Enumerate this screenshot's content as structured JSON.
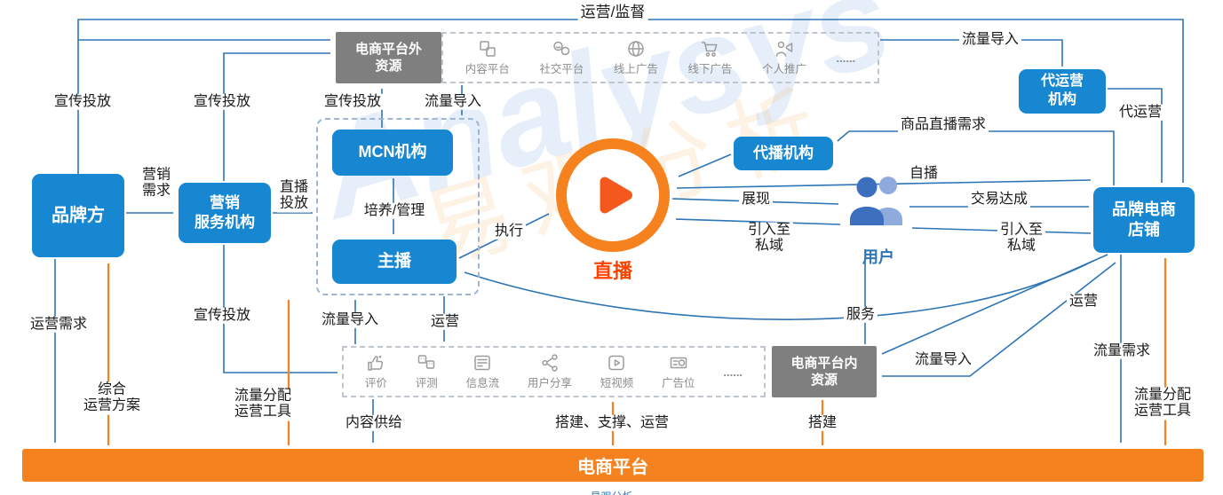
{
  "watermark": {
    "en": "Analysys",
    "cn": "易观分析"
  },
  "colors": {
    "node_blue": "#1787D2",
    "arrow_blue": "#2E75B6",
    "orange": "#F5821F",
    "live_red": "#FF4200",
    "gray": "#7F7F7F"
  },
  "nodes": {
    "brand": "品牌方",
    "marketing_agency": [
      "营销",
      "服务机构"
    ],
    "mcn": "MCN机构",
    "anchor": "主播",
    "live": "直播",
    "users": "用户",
    "proxy_broadcast": "代播机构",
    "proxy_operation": [
      "代运营",
      "机构"
    ],
    "brand_store": [
      "品牌电商",
      "店铺"
    ],
    "external_resources": [
      "电商平台外",
      "资源"
    ],
    "internal_resources": [
      "电商平台内",
      "资源"
    ],
    "platform": "电商平台"
  },
  "external_items": [
    {
      "icon": "content-platform-icon",
      "label": "内容平台"
    },
    {
      "icon": "social-platform-icon",
      "label": "社交平台"
    },
    {
      "icon": "online-ads-icon",
      "label": "线上广告"
    },
    {
      "icon": "offline-ads-icon",
      "label": "线下广告"
    },
    {
      "icon": "personal-promotion-icon",
      "label": "个人推广"
    },
    {
      "icon": "ellipsis",
      "label": "......"
    }
  ],
  "internal_items": [
    {
      "icon": "rating-icon",
      "label": "评价"
    },
    {
      "icon": "review-icon",
      "label": "评测"
    },
    {
      "icon": "feed-icon",
      "label": "信息流"
    },
    {
      "icon": "share-icon",
      "label": "用户分享"
    },
    {
      "icon": "short-video-icon",
      "label": "短视频"
    },
    {
      "icon": "ad-slot-icon",
      "label": "广告位"
    },
    {
      "icon": "ellipsis",
      "label": "......"
    }
  ],
  "labels": {
    "supervision": "运营/监督",
    "promo_brand": "宣传投放",
    "promo_marketing": "宣传投放",
    "promo_mcn": "宣传投放",
    "promo_bottom": "宣传投放",
    "traffic_in_top": "流量导入",
    "traffic_in_topright": "流量导入",
    "traffic_in_mid": "流量导入",
    "traffic_in_bottomright": "流量导入",
    "marketing_demand": [
      "营销",
      "需求"
    ],
    "live_placement": [
      "直播",
      "投放"
    ],
    "cultivate": "培养/管理",
    "execute": "执行",
    "display": "展现",
    "to_private_left": [
      "引入至",
      "私域"
    ],
    "to_private_right": [
      "引入至",
      "私域"
    ],
    "self_broadcast": "自播",
    "product_live_demand": "商品直播需求",
    "deal_done": "交易达成",
    "proxy_operate": "代运营",
    "operate_mid": "运营",
    "operate_right": "运营",
    "operation_demand": "运营需求",
    "comprehensive_plan": [
      "综合",
      "运营方案"
    ],
    "traffic_tool_left": [
      "流量分配",
      "运营工具"
    ],
    "content_supply": "内容供给",
    "build_support_operate": "搭建、支撑、运营",
    "build": "搭建",
    "service": "服务",
    "traffic_demand": "流量需求",
    "traffic_tool_right": [
      "流量分配",
      "运营工具"
    ]
  }
}
